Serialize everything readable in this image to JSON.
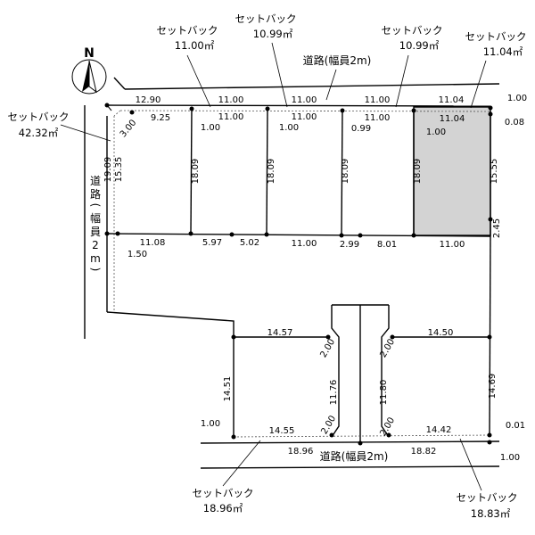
{
  "compass": {
    "label": "N"
  },
  "colors": {
    "highlight_lot": "#d3d3d3",
    "lines": "#000000"
  },
  "roads": {
    "north": "道路(幅員2m)",
    "south": "道路(幅員2m)",
    "west_chars": [
      "道",
      "路",
      "(",
      "幅",
      "員",
      "2",
      "m",
      ")"
    ]
  },
  "setbacks": [
    {
      "title": "セットバック",
      "area": "42.32㎡"
    },
    {
      "title": "セットバック",
      "area": "11.00㎡"
    },
    {
      "title": "セットバック",
      "area": "10.99㎡"
    },
    {
      "title": "セットバック",
      "area": "10.99㎡"
    },
    {
      "title": "セットバック",
      "area": "11.04㎡"
    },
    {
      "title": "セットバック",
      "area": "18.96㎡"
    },
    {
      "title": "セットバック",
      "area": "18.83㎡"
    }
  ],
  "dimensions": {
    "n_road": [
      "12.90",
      "11.00",
      "11.00",
      "11.00",
      "11.04"
    ],
    "n_front": [
      "9.25",
      "11.00",
      "11.00",
      "11.00",
      "11.04"
    ],
    "n_setback_depth": [
      "1.00",
      "1.00",
      "0.99",
      "1.00",
      "0.08",
      "1.00"
    ],
    "chamfer_nw": "3.00",
    "lot_depths": [
      "18.09",
      "18.09",
      "18.09",
      "18.09"
    ],
    "west_depths": [
      "19.09",
      "15.35"
    ],
    "east_depth": "15.55",
    "east_small": "2.45",
    "n_rear": [
      "11.08",
      "5.97",
      "5.02",
      "11.00",
      "2.99",
      "8.01",
      "11.00"
    ],
    "west_rear": "1.50",
    "s_top": [
      "14.57",
      "14.50"
    ],
    "s_chamfers": [
      "2.00",
      "2.00",
      "2.00",
      "2.00"
    ],
    "s_depths": [
      "14.51",
      "11.76",
      "11.80",
      "14.69"
    ],
    "s_front": [
      "14.55",
      "14.42"
    ],
    "s_road": [
      "18.96",
      "18.82"
    ],
    "s_setback_depth": [
      "1.00",
      "0.01",
      "1.00"
    ]
  }
}
